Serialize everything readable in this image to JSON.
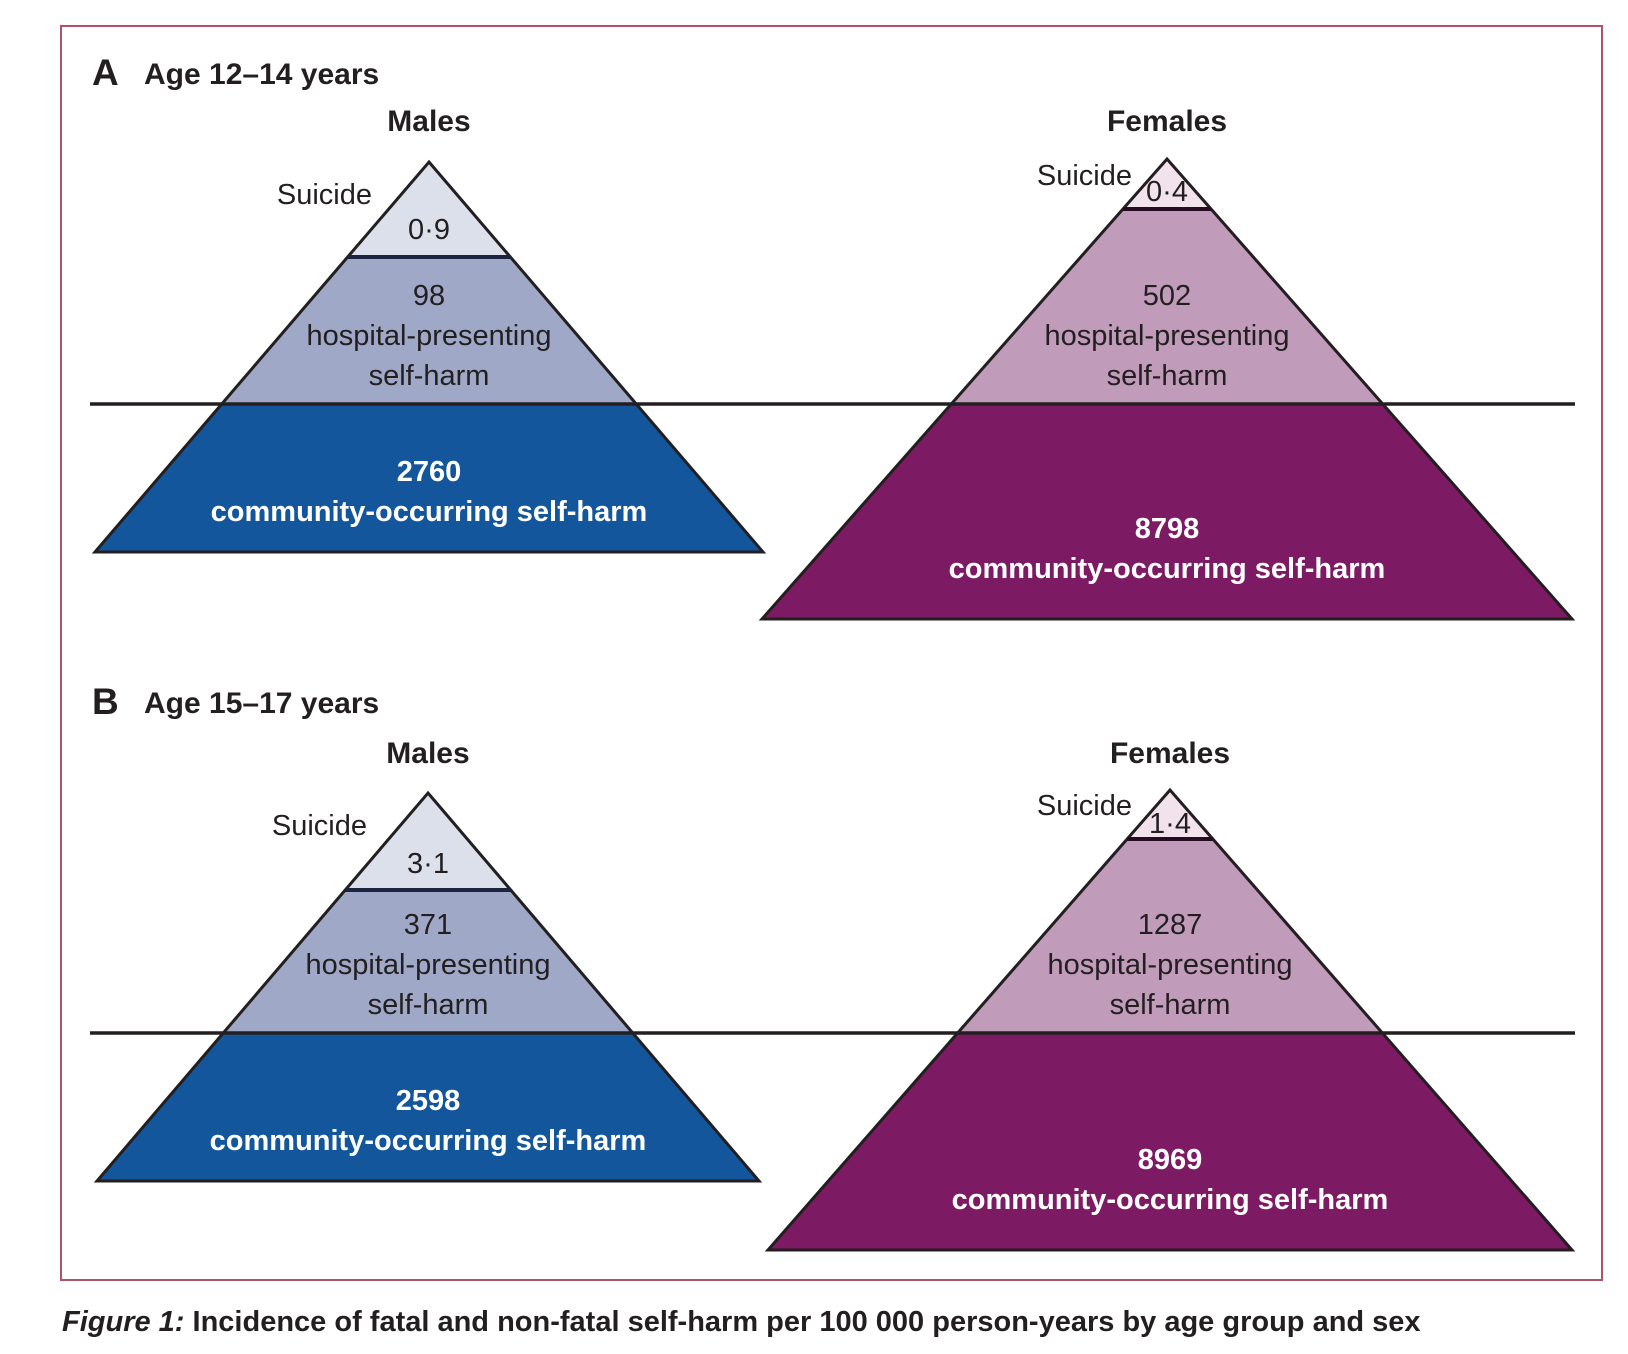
{
  "colors": {
    "border": "#ad5468",
    "male_light": "#dce0eb",
    "male_mid": "#9fa9c7",
    "male_dark": "#14569b",
    "male_divider": "#1c2440",
    "female_light": "#f2e2ec",
    "female_mid": "#c09cba",
    "female_dark": "#7c1a63",
    "female_divider": "#260c20",
    "outline": "#231f20",
    "waterline": "#231f20"
  },
  "panels": {
    "a": {
      "label": "A",
      "title": "Age 12–14 years",
      "males": {
        "header": "Males",
        "suicide_label": "Suicide",
        "suicide_value": "0·9",
        "mid_value": "98",
        "mid_line1": "hospital-presenting",
        "mid_line2": "self-harm",
        "bottom_value": "2760",
        "bottom_label": "community-occurring self-harm"
      },
      "females": {
        "header": "Females",
        "suicide_label": "Suicide",
        "suicide_value": "0·4",
        "mid_value": "502",
        "mid_line1": "hospital-presenting",
        "mid_line2": "self-harm",
        "bottom_value": "8798",
        "bottom_label": "community-occurring self-harm"
      }
    },
    "b": {
      "label": "B",
      "title": "Age 15–17 years",
      "males": {
        "header": "Males",
        "suicide_label": "Suicide",
        "suicide_value": "3·1",
        "mid_value": "371",
        "mid_line1": "hospital-presenting",
        "mid_line2": "self-harm",
        "bottom_value": "2598",
        "bottom_label": "community-occurring self-harm"
      },
      "females": {
        "header": "Females",
        "suicide_label": "Suicide",
        "suicide_value": "1·4",
        "mid_value": "1287",
        "mid_line1": "hospital-presenting",
        "mid_line2": "self-harm",
        "bottom_value": "8969",
        "bottom_label": "community-occurring self-harm"
      }
    }
  },
  "caption": {
    "prefix": "Figure 1:",
    "text": " Incidence of fatal and non-fatal self-harm per 100 000 person-years by age group and sex"
  },
  "chart_data": {
    "type": "pyramid",
    "title": "Figure 1: Incidence of fatal and non-fatal self-harm per 100 000 person-years by age group and sex",
    "unit": "incidence per 100 000 person-years",
    "levels": [
      "suicide",
      "hospital-presenting self-harm",
      "community-occurring self-harm"
    ],
    "panels": [
      {
        "panel": "A",
        "age_group": "Age 12–14 years",
        "series": [
          {
            "name": "Males",
            "suicide": 0.9,
            "hospital_presenting_self_harm": 98,
            "community_occurring_self_harm": 2760
          },
          {
            "name": "Females",
            "suicide": 0.4,
            "hospital_presenting_self_harm": 502,
            "community_occurring_self_harm": 8798
          }
        ]
      },
      {
        "panel": "B",
        "age_group": "Age 15–17 years",
        "series": [
          {
            "name": "Males",
            "suicide": 3.1,
            "hospital_presenting_self_harm": 371,
            "community_occurring_self_harm": 2598
          },
          {
            "name": "Females",
            "suicide": 1.4,
            "hospital_presenting_self_harm": 1287,
            "community_occurring_self_harm": 8969
          }
        ]
      }
    ]
  }
}
